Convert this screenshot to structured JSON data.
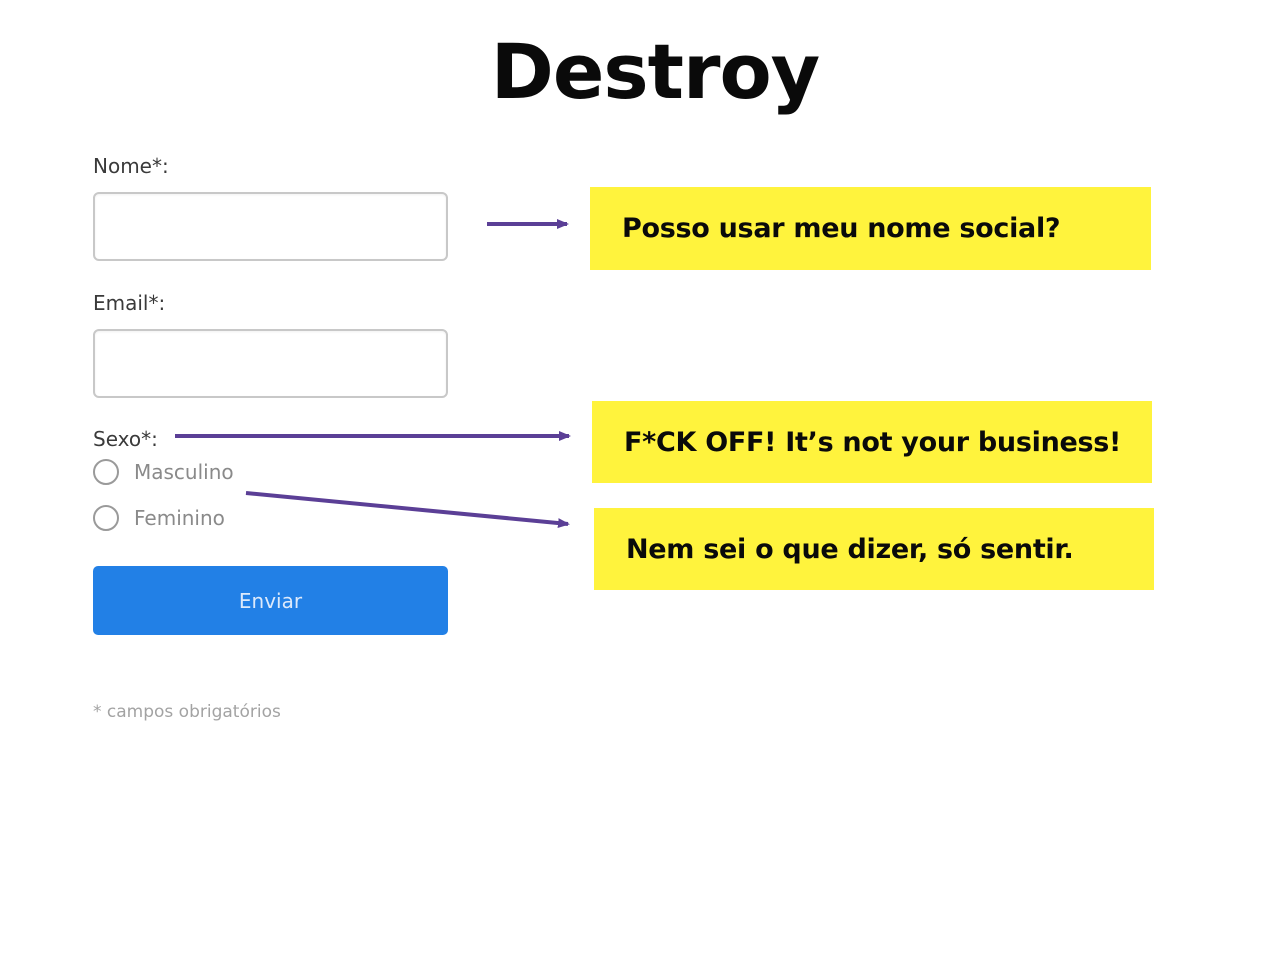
{
  "slide": {
    "title": "Destroy"
  },
  "form": {
    "name_label": "Nome*:",
    "email_label": "Email*:",
    "sex_label": "Sexo*:",
    "options": [
      "Masculino",
      "Feminino"
    ],
    "submit_label": "Enviar",
    "required_note": "* campos obrigatórios"
  },
  "callouts": [
    "Posso usar meu nome social?",
    "F*CK OFF! It’s not your business!",
    "Nem sei o que dizer, só sentir."
  ],
  "colors": {
    "callout_bg": "#fff33d",
    "arrow": "#5b3f96",
    "button_bg": "#2280e6"
  }
}
